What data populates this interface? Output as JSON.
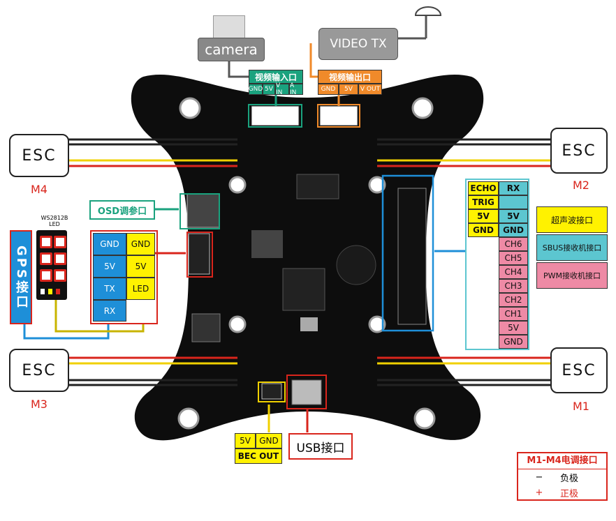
{
  "camera": {
    "label": "camera"
  },
  "video_tx": {
    "label": "VIDEO TX"
  },
  "video_in": {
    "title": "视频输入口",
    "pins": [
      "GND",
      "5V",
      "V IN",
      "A IN"
    ]
  },
  "video_out": {
    "title": "视频输出口",
    "pins": [
      "GND",
      "5V",
      "V OUT"
    ]
  },
  "escs": [
    {
      "label": "ESC",
      "motor": "M4"
    },
    {
      "label": "ESC",
      "motor": "M2"
    },
    {
      "label": "ESC",
      "motor": "M3"
    },
    {
      "label": "ESC",
      "motor": "M1"
    }
  ],
  "osd": {
    "label": "OSD调参口"
  },
  "led": {
    "label": "WS2812B\nLED"
  },
  "gps": {
    "label": "GPS接口"
  },
  "gps_pins": [
    "GND",
    "5V",
    "TX",
    "RX"
  ],
  "led_pins": [
    "GND",
    "5V",
    "LED"
  ],
  "sonar_pins": [
    "ECHO",
    "TRIG",
    "5V",
    "GND"
  ],
  "sbus_pins": [
    "RX",
    "",
    "5V",
    "GND"
  ],
  "pwm_pins": [
    "CH6",
    "CH5",
    "CH4",
    "CH3",
    "CH2",
    "CH1",
    "5V",
    "GND"
  ],
  "legend_ports": [
    "超声波接口",
    "SBUS接收机接口",
    "PWM接收机接口"
  ],
  "bec": {
    "pins": [
      "5V",
      "GND"
    ],
    "label": "BEC OUT"
  },
  "usb": {
    "label": "USB接口"
  },
  "motor_legend": {
    "title": "M1-M4电调接口",
    "rows": [
      {
        "sym": "−",
        "text": "负极"
      },
      {
        "sym": "+",
        "text": "正极"
      }
    ]
  },
  "colors": {
    "blue": "#1e8fd8",
    "yellow": "#fff200",
    "teal": "#5cc6d0",
    "pink": "#ee8aa5",
    "green": "#1aa27e",
    "orange": "#f08a2a",
    "red": "#d9251c",
    "board": "#0d0d0d"
  }
}
